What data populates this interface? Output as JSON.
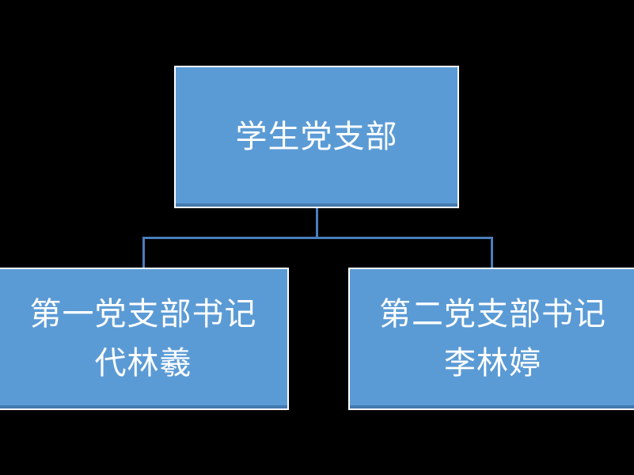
{
  "diagram": {
    "type": "org-chart",
    "colors": {
      "background": "#000000",
      "node_fill": "#5b9bd5",
      "node_border": "#ffffff",
      "connector": "#4a7ebb",
      "text": "#ffffff"
    },
    "root": {
      "label": "学生党支部"
    },
    "children": [
      {
        "role": "第一党支部书记",
        "person": "代林羲"
      },
      {
        "role": "第二党支部书记",
        "person": "李林婷"
      }
    ]
  }
}
